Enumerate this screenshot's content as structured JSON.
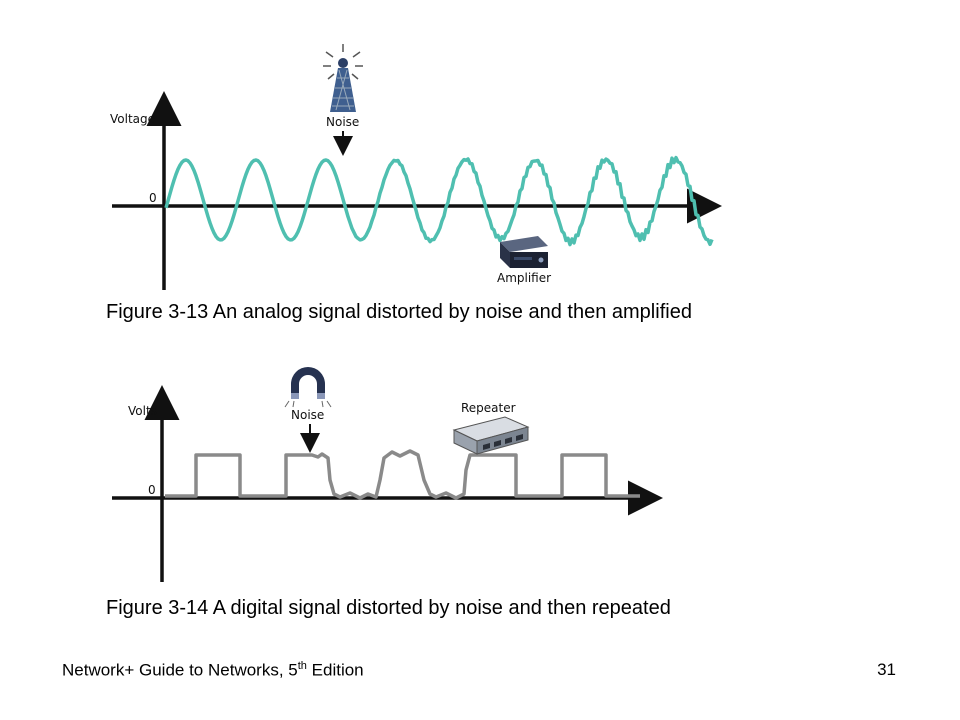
{
  "figure1": {
    "y_label": "Voltage",
    "zero_label": "0",
    "noise_label": "Noise",
    "amplifier_label": "Amplifier",
    "caption": "Figure 3-13 An analog signal distorted by noise and then amplified"
  },
  "figure2": {
    "y_label": "Volts",
    "zero_label": "0",
    "noise_label": "Noise",
    "repeater_label": "Repeater",
    "caption": "Figure 3-14 A digital signal distorted by noise and then repeated"
  },
  "footer": {
    "book_title": "Network+ Guide to Networks, 5",
    "edition_suffix": "th",
    "edition_word": " Edition",
    "page_number": "31"
  },
  "colors": {
    "analog_wave": "#4fbfb0",
    "digital_wave": "#8a8a8a",
    "axis": "#111111"
  }
}
